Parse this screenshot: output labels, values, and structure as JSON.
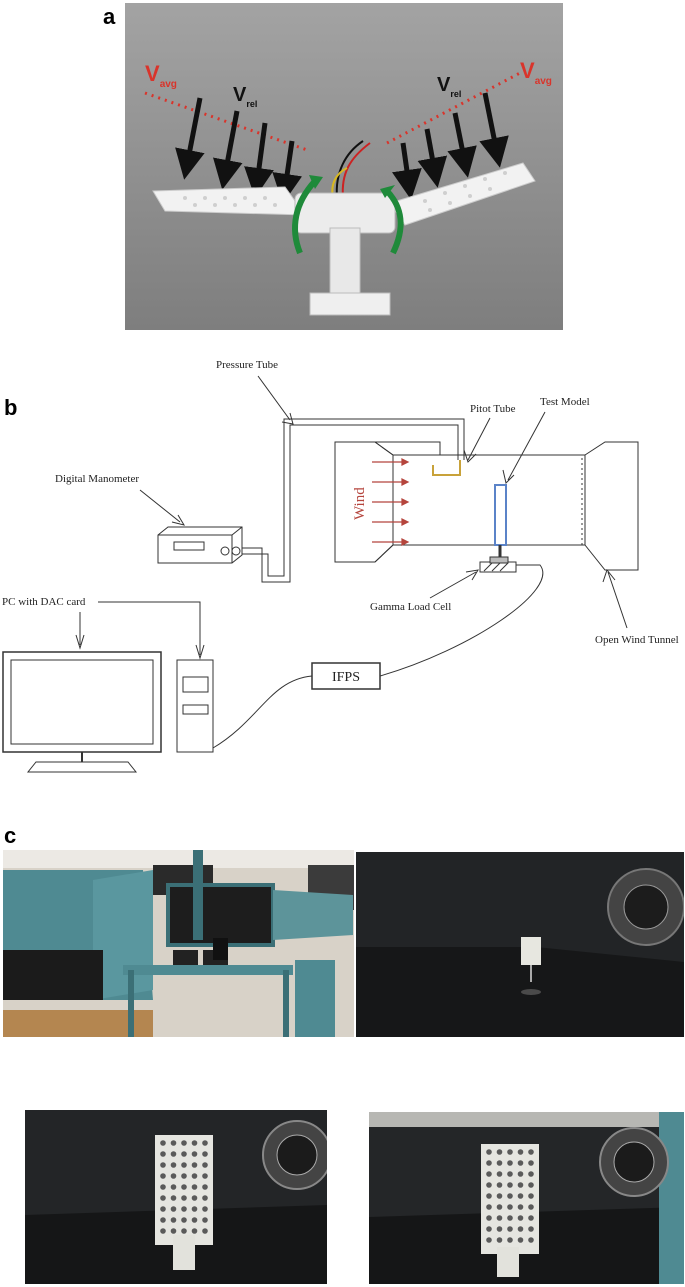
{
  "panel_a": {
    "letter": "a",
    "labels": {
      "v_avg": "V",
      "v_avg_sub": "avg",
      "v_rel": "V",
      "v_rel_sub": "rel"
    },
    "colors": {
      "background": "#8f8f8f",
      "dotted_line": "#d9342b",
      "green_arrow": "#1f8a3a",
      "model": "#f2f2f2"
    }
  },
  "panel_b": {
    "letter": "b",
    "labels": {
      "pressure_tube": "Pressure Tube",
      "pitot_tube": "Pitot Tube",
      "test_model": "Test Model",
      "digital_manometer": "Digital Manometer",
      "wind": "Wind",
      "pc": "PC with DAC card",
      "ifps": "IFPS",
      "load_cell": "Gamma Load Cell",
      "tunnel": "Open Wind Tunnel"
    },
    "colors": {
      "wind": "#b5453d",
      "pitot": "#c8a23a",
      "model": "#5b83c8"
    }
  },
  "panel_c": {
    "letter": "c",
    "photos": [
      {
        "name": "lab-overview",
        "icon": "wind-tunnel-lab-photo"
      },
      {
        "name": "tunnel-interior-cylinder",
        "icon": "test-section-photo"
      },
      {
        "name": "perforated-plate-1",
        "icon": "perforated-plate-photo"
      },
      {
        "name": "perforated-plate-2",
        "icon": "perforated-plate-photo"
      }
    ]
  }
}
